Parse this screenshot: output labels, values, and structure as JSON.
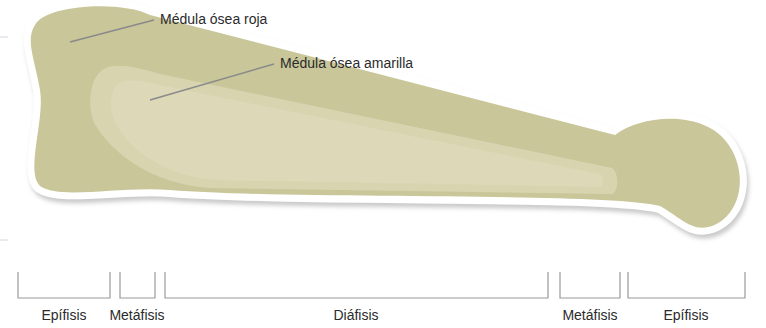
{
  "diagram": {
    "labels": [
      "Médula ósea roja",
      "Médula ósea amarilla",
      "Epífisis",
      "Metáfisis",
      "Diáfisis",
      "Metáfisis",
      "Epífisis"
    ]
  }
}
